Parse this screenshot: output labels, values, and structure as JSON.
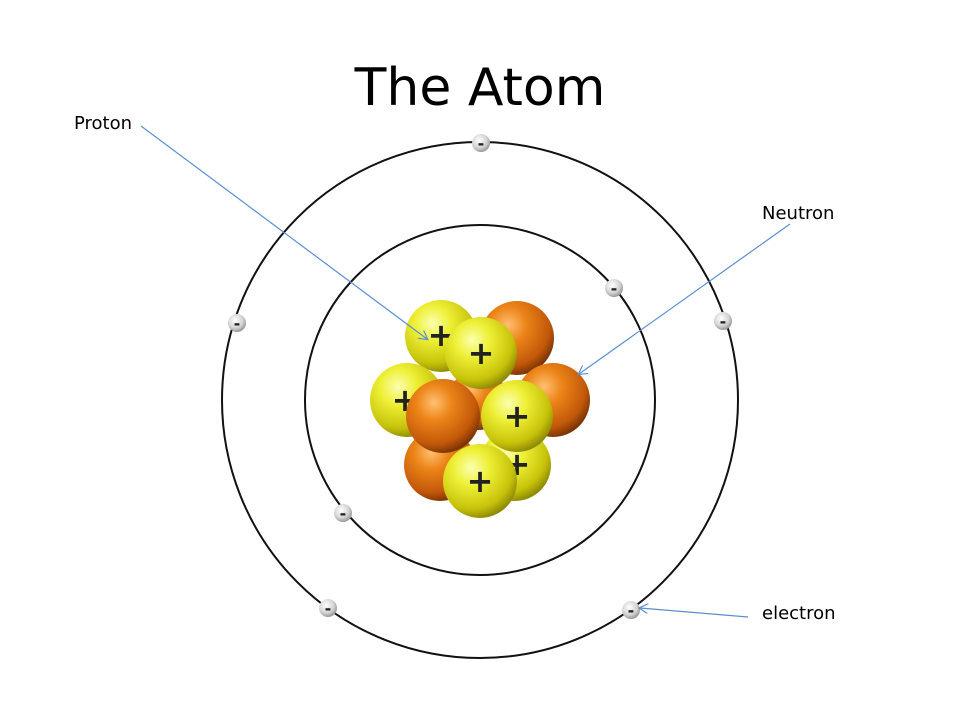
{
  "title": "The Atom",
  "labels": {
    "proton": "Proton",
    "neutron": "Neutron",
    "electron": "electron"
  },
  "symbols": {
    "proton": "+",
    "electron": "-"
  },
  "colors": {
    "proton": "#e6e01a",
    "neutron": "#e0740f",
    "orbit": "#111111",
    "pointer": "#5b8fd0",
    "electron": "#d8d8d8"
  }
}
